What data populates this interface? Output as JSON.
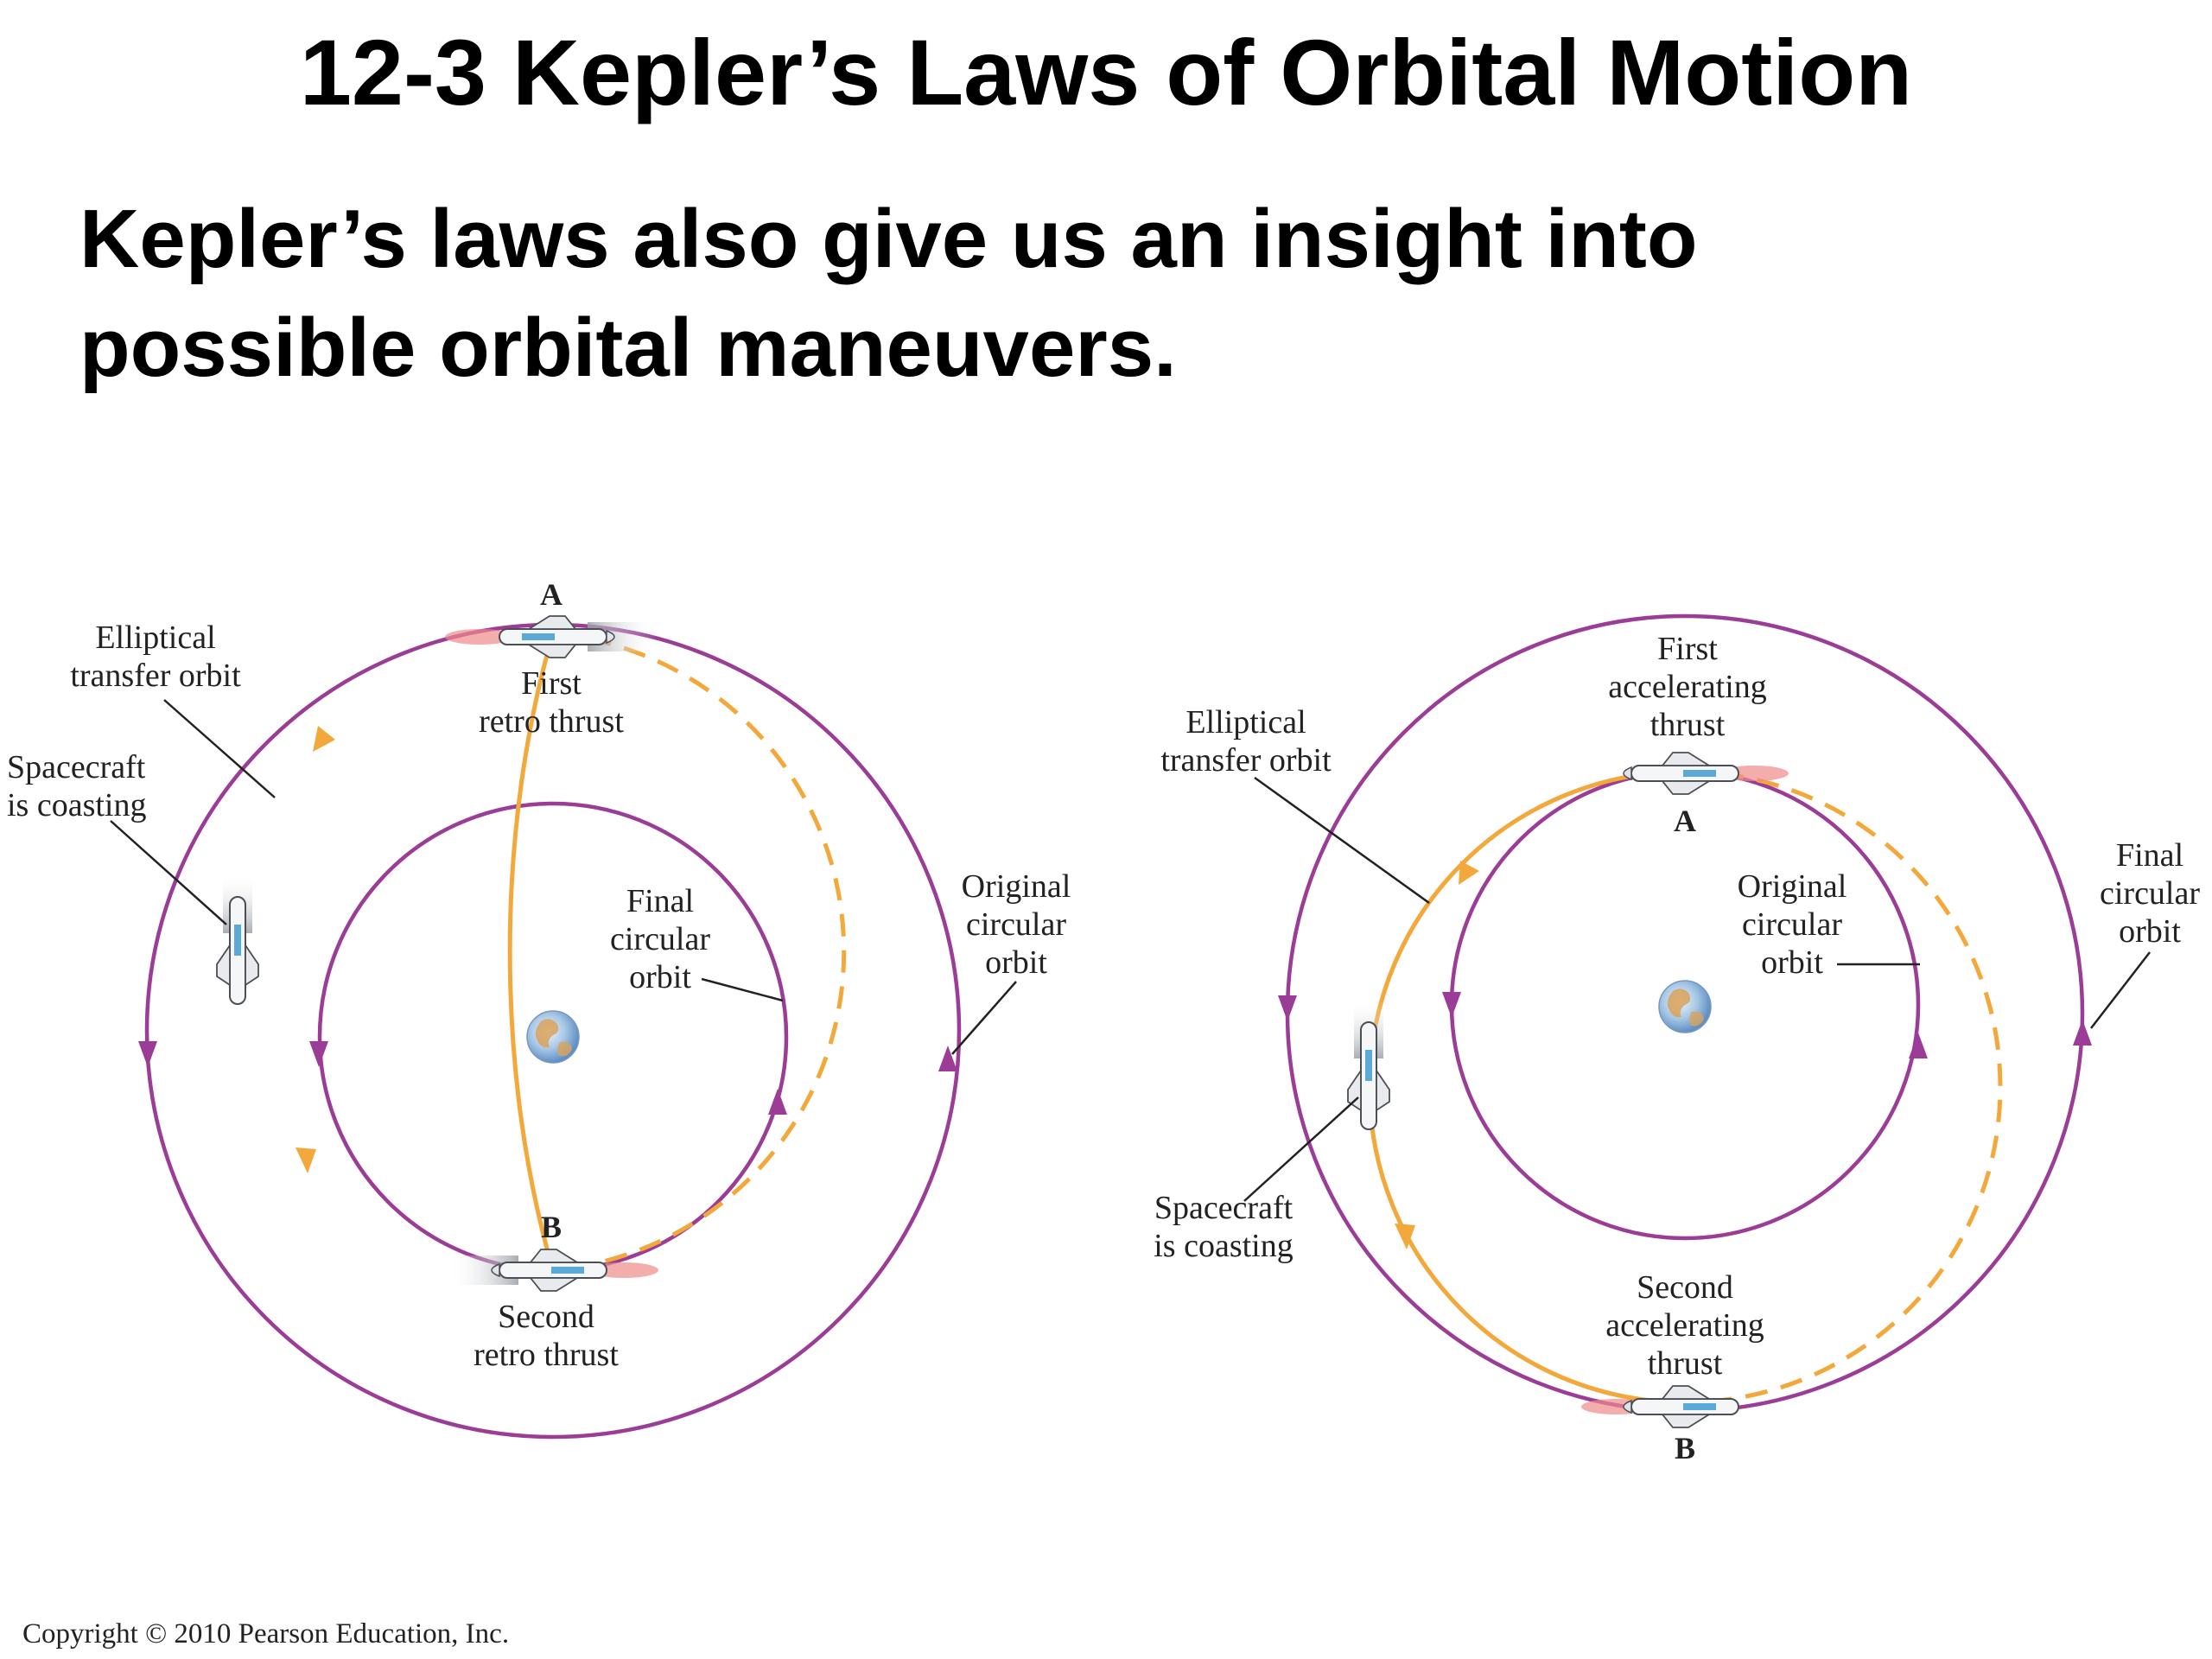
{
  "slide": {
    "title": "12-3 Kepler’s Laws of Orbital Motion",
    "subtitle_line1": "Kepler’s laws also give us an insight into",
    "subtitle_line2": "possible orbital maneuvers.",
    "copyright": "Copyright © 2010 Pearson Education, Inc."
  },
  "colors": {
    "orbit": "#9b3d97",
    "transfer": "#f2a83a",
    "thrust": "#f08a8a",
    "leader": "#222222"
  },
  "left_diagram": {
    "point_a": "A",
    "point_b": "B",
    "elliptical_line1": "Elliptical",
    "elliptical_line2": "transfer orbit",
    "coasting_line1": "Spacecraft",
    "coasting_line2": "is coasting",
    "first_line1": "First",
    "first_line2": "retro thrust",
    "final_line1": "Final",
    "final_line2": "circular",
    "final_line3": "orbit",
    "original_line1": "Original",
    "original_line2": "circular",
    "original_line3": "orbit",
    "second_line1": "Second",
    "second_line2": "retro thrust"
  },
  "right_diagram": {
    "point_a": "A",
    "point_b": "B",
    "first_line1": "First",
    "first_line2": "accelerating",
    "first_line3": "thrust",
    "elliptical_line1": "Elliptical",
    "elliptical_line2": "transfer orbit",
    "original_line1": "Original",
    "original_line2": "circular",
    "original_line3": "orbit",
    "final_line1": "Final",
    "final_line2": "circular",
    "final_line3": "orbit",
    "coasting_line1": "Spacecraft",
    "coasting_line2": "is coasting",
    "second_line1": "Second",
    "second_line2": "accelerating",
    "second_line3": "thrust"
  }
}
